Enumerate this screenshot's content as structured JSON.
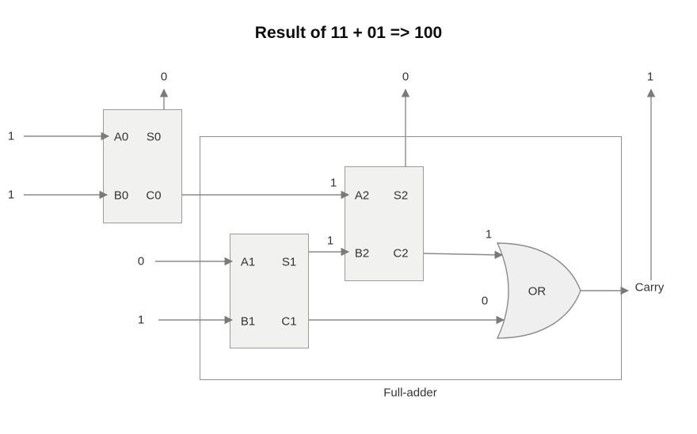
{
  "title": "Result of 11 + 01 => 100",
  "diagram": {
    "full_adder_label": "Full-adder",
    "or_gate_label": "OR",
    "carry_label": "Carry"
  },
  "half_adders": {
    "ha0": {
      "a": "A0",
      "s": "S0",
      "b": "B0",
      "c": "C0"
    },
    "ha1": {
      "a": "A1",
      "s": "S1",
      "b": "B1",
      "c": "C1"
    },
    "ha2": {
      "a": "A2",
      "s": "S2",
      "b": "B2",
      "c": "C2"
    }
  },
  "signals": {
    "a0_in": "1",
    "b0_in": "1",
    "s0_out": "0",
    "c0_to_a2": "1",
    "s2_out": "0",
    "a1_in": "0",
    "b1_in": "1",
    "s1_to_b2": "1",
    "c2_to_or": "1",
    "c1_to_or": "0",
    "carry_out": "1"
  }
}
